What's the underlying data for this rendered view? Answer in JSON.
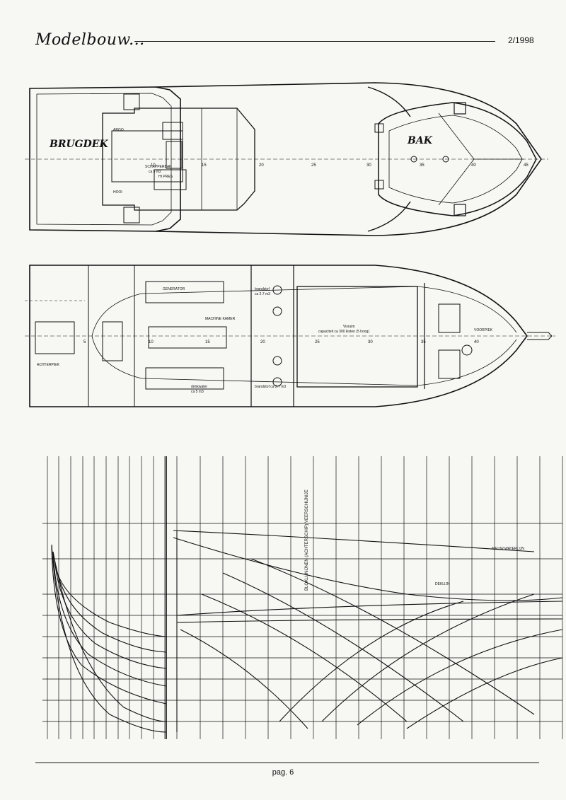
{
  "header": {
    "logo_text": "Modelbouw...",
    "issue": "2/1998"
  },
  "deck_plan": {
    "label_bridge": "BRUGDEK",
    "label_fore": "BAK",
    "stations": [
      "10",
      "15",
      "20",
      "25",
      "30",
      "35",
      "40",
      "45"
    ],
    "notes": [
      "SCHAPPERBAK",
      "ca 5 m2",
      "HI PRES",
      "ARGO",
      "HOOI"
    ]
  },
  "hold_plan": {
    "stations": [
      "5",
      "10",
      "15",
      "20",
      "25",
      "30",
      "35",
      "40"
    ],
    "notes": [
      "ACHTERPIEK",
      "brandstof",
      "ca 2.7 m3",
      "Visruim",
      "capaciteit ca 300 kisten (5 hoog)",
      "MACHINE KAMER",
      "GENERATOR",
      "drinkwater",
      "ca 5 m3",
      "VOORPIEK",
      "brandstof ca 2.7 m3"
    ]
  },
  "lines_plan": {
    "vertical_caption": "BLOKLIJNIJNEN (ACHTERSCHIP) VEERSCHIJNIJE",
    "notes": [
      "NIEUW WATERLIJN",
      "DEKLIJN"
    ]
  },
  "footer": {
    "page": "pag. 6"
  }
}
